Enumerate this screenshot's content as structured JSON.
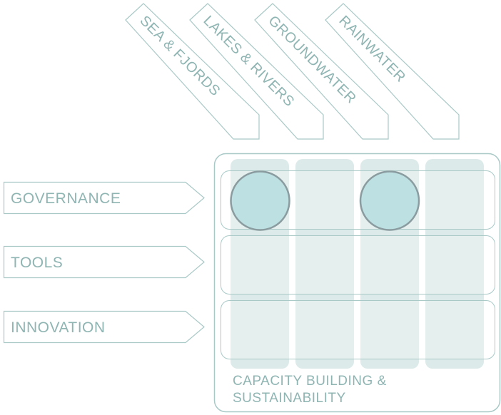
{
  "columns": [
    {
      "label": "SEA & FJORDS"
    },
    {
      "label": "LAKES & RIVERS"
    },
    {
      "label": "GROUNDWATER"
    },
    {
      "label": "RAINWATER"
    }
  ],
  "rows": [
    {
      "label": "GOVERNANCE"
    },
    {
      "label": "TOOLS"
    },
    {
      "label": "INNOVATION"
    }
  ],
  "footer": {
    "line1": "CAPACITY BUILDING &",
    "line2": "SUSTAINABILITY"
  },
  "highlights": [
    {
      "row": "GOVERNANCE",
      "column": "SEA & FJORDS"
    },
    {
      "row": "GOVERNANCE",
      "column": "GROUNDWATER"
    }
  ],
  "colors": {
    "outline": "#a9c9c7",
    "text": "#8fb5b3",
    "column_fill": "#d6e6e5",
    "circle_fill": "#bde0e2",
    "circle_stroke": "#8a9c9f"
  }
}
